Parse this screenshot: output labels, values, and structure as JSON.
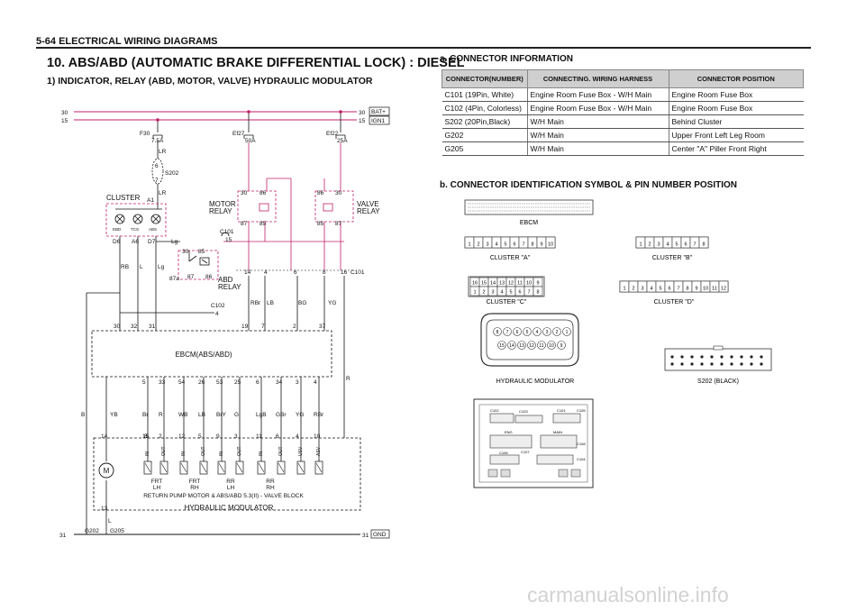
{
  "header": {
    "page": "5-64  ELECTRICAL WIRING DIAGRAMS"
  },
  "section_title": "10. ABS/ABD (AUTOMATIC BRAKE DIFFERENTIAL LOCK) : DIESEL",
  "subsection_title": "1)  INDICATOR, RELAY (ABD, MOTOR, VALVE) HYDRAULIC MODULATOR",
  "connector_info": {
    "title": "a.  CONNECTOR  INFORMATION",
    "headers": [
      "CONNECTOR(NUMBER)",
      "CONNECTING. WIRING HARNESS",
      "CONNECTOR POSITION"
    ],
    "rows": [
      [
        "C101 (19Pin, White)",
        "Engine Room Fuse Box - W/H Main",
        "Engine Room Fuse Box"
      ],
      [
        "C102 (4Pin, Colorless)",
        "Engine Room Fuse Box - W/H Main",
        "Engine Room Fuse Box"
      ],
      [
        "S202 (20Pin,Black)",
        "W/H Main",
        "Behind Cluster"
      ],
      [
        "G202",
        "W/H Main",
        "Upper Front Left Leg Room"
      ],
      [
        "G205",
        "W/H Main",
        "Center \"A\" Piller Front Right"
      ]
    ]
  },
  "connector_symbols": {
    "title": "b.  CONNECTOR  IDENTIFICATION  SYMBOL  &  PIN  NUMBER  POSITION",
    "ebcm": "EBCM",
    "cluster_a": "CLUSTER  \"A\"",
    "cluster_b": "CLUSTER  \"B\"",
    "cluster_c": "CLUSTER  \"C\"",
    "cluster_d": "CLUSTER  \"D\"",
    "hydraulic": "HYDRAULIC MODULATOR",
    "s202": "S202  (BLACK)",
    "pins_a": [
      "1",
      "2",
      "3",
      "4",
      "5",
      "6",
      "7",
      "8",
      "9",
      "10"
    ],
    "pins_b": [
      "1",
      "2",
      "3",
      "4",
      "5",
      "6",
      "7",
      "8"
    ],
    "pins_c_top": [
      "16",
      "15",
      "14",
      "13",
      "12",
      "11",
      "10",
      "9"
    ],
    "pins_c_bot": [
      "1",
      "2",
      "3",
      "4",
      "5",
      "6",
      "7",
      "8"
    ],
    "pins_d": [
      "1",
      "2",
      "3",
      "4",
      "5",
      "6",
      "7",
      "8",
      "9",
      "10",
      "11",
      "12"
    ],
    "hm_top": [
      "8",
      "7",
      "6",
      "5",
      "4",
      "3",
      "2",
      "1"
    ],
    "hm_bot": [
      "15",
      "14",
      "13",
      "12",
      "11",
      "10",
      "9"
    ],
    "fusebox_labels": {
      "c102": "C102",
      "c103": "C103",
      "c101": "C101",
      "c105": "C105",
      "eng": "ENG",
      "main": "MAIN",
      "c106": "C106",
      "c107": "C107",
      "c104": "C104",
      "c108": "C108"
    }
  },
  "diagram": {
    "bat": "BAT+",
    "ign": "IGN1",
    "gnd": "GND",
    "rail30": "30",
    "rail15": "15",
    "rail31": "31",
    "f30": "F30",
    "f30_amp": "7.5A",
    "ef27": "Ef27",
    "ef27_amp": "50A",
    "ef22": "Ef22",
    "ef22_amp": "25A",
    "lr": "LR",
    "s202": "S202",
    "pin6": "6",
    "pin7": "7",
    "cluster": "CLUSTER",
    "a1": "A1",
    "lamps": [
      "EBD",
      "TCS",
      "ABS"
    ],
    "cl_pins": [
      "D6",
      "A6",
      "D7"
    ],
    "motor_relay": "MOTOR\nRELAY",
    "valve_relay": "VALVE\nRELAY",
    "abd_relay": "ABD\nRELAY",
    "c101": "C101",
    "c101_pin": "15",
    "c102": "C102",
    "c102_pin": "4",
    "lg": "Lg",
    "rb": "RB",
    "l": "L",
    "relay_pins": [
      "30",
      "86",
      "87",
      "85",
      "87a"
    ],
    "ebcm": "EBCM(ABS/ABD)",
    "ebcm_top_pins": [
      "30",
      "32",
      "31",
      "19",
      "7",
      "2",
      "37"
    ],
    "ebcm_top_wires": [
      "RBr",
      "LB",
      "BG",
      "YG"
    ],
    "c101_pins": [
      "14",
      "4",
      "6",
      "8",
      "16"
    ],
    "ebcm_bot_pins": [
      "5",
      "33",
      "54",
      "26",
      "53",
      "25",
      "6",
      "34",
      "3",
      "4"
    ],
    "wire_colors": [
      "Br",
      "R",
      "WB",
      "LB",
      "BrY",
      "G",
      "LgB",
      "GBr",
      "YG",
      "RBr"
    ],
    "hm_pins": [
      "8",
      "15",
      "2",
      "12",
      "5",
      "9",
      "3",
      "11",
      "6",
      "4",
      "10"
    ],
    "valve_io": [
      "IN",
      "OUT",
      "IN",
      "OUT",
      "IN",
      "OUT",
      "IN",
      "OUT",
      "USV",
      "ASV"
    ],
    "valve_names": [
      "FRT\nLH",
      "FRT\nRH",
      "RR\nLH",
      "RR\nRH"
    ],
    "pump_block": "RETURN PUMP MOTOR & ABS/ABD 5.3(II) - VALVE BLOCK",
    "hm_title": "HYDRAULIC MODULATOR",
    "motor": "M",
    "yb": "YB",
    "b": "B",
    "r": "R",
    "g202": "G202",
    "g205": "G205",
    "p13": "13",
    "p14": "14"
  },
  "watermark": "carmanualsonline.info"
}
